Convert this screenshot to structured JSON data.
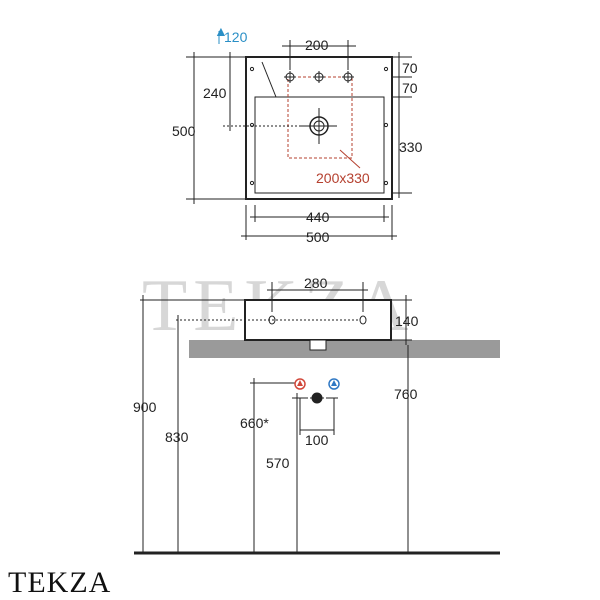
{
  "brand": {
    "name": "TEKZA",
    "watermark": "TEKZA"
  },
  "top_view": {
    "dims": {
      "tap_offset": "120",
      "tap_spacing": "200",
      "depth_overall": "500",
      "drain_offset": "240",
      "top_band_1": "70",
      "top_band_2": "70",
      "bowl_depth": "330",
      "cutout": "200x330",
      "bowl_width": "440",
      "width_overall": "500"
    }
  },
  "side_view": {
    "dims": {
      "waste_spacing": "280",
      "basin_height": "140",
      "floor_to_top": "900",
      "floor_to_waste": "830",
      "counter_height": "760",
      "supply_height": "660*",
      "drain_height": "570",
      "supply_spacing": "100"
    }
  },
  "colors": {
    "line": "#222222",
    "dashed_red": "#b5402f",
    "dimension_blue": "#2a8fc6",
    "hot_valve": "#d2473a",
    "cold_valve": "#2f78c4",
    "countertop": "#9a9a9a",
    "watermark": "#d7d7d7"
  }
}
